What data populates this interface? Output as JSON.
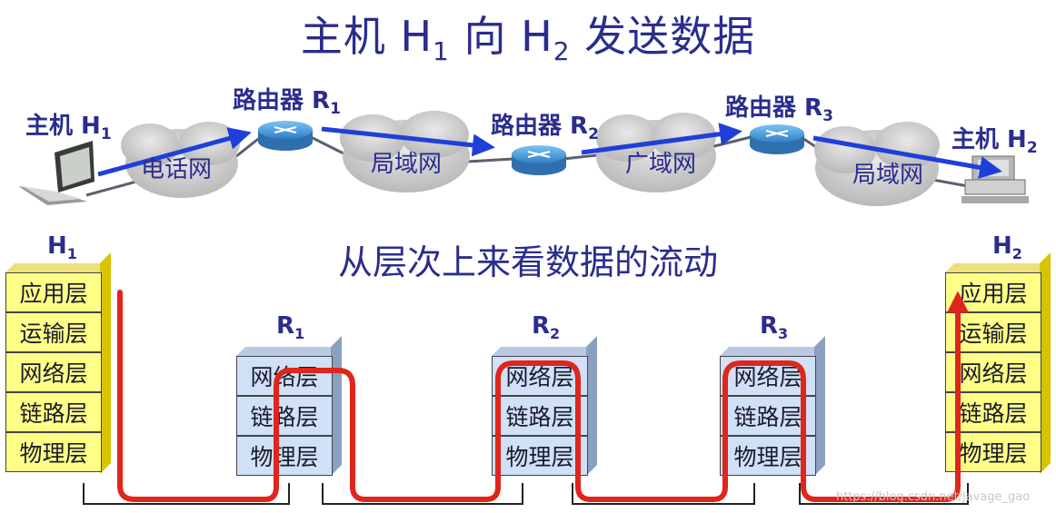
{
  "title": {
    "prefix": "主机 H",
    "sub1": "1",
    "mid": " 向 H",
    "sub2": "2",
    "suffix": " 发送数据"
  },
  "subtitle": "从层次上来看数据的流动",
  "network": {
    "host1": {
      "text": "主机 H",
      "sub": "1"
    },
    "host2": {
      "text": "主机 H",
      "sub": "2"
    },
    "router1": {
      "text": "路由器 R",
      "sub": "1"
    },
    "router2": {
      "text": "路由器 R",
      "sub": "2"
    },
    "router3": {
      "text": "路由器 R",
      "sub": "3"
    },
    "clouds": [
      "电话网",
      "局域网",
      "广域网",
      "局域网"
    ]
  },
  "stacks": {
    "h1": {
      "label": "H",
      "sub": "1",
      "layers": [
        "应用层",
        "运输层",
        "网络层",
        "链路层",
        "物理层"
      ]
    },
    "r1": {
      "label": "R",
      "sub": "1",
      "layers": [
        "网络层",
        "链路层",
        "物理层"
      ]
    },
    "r2": {
      "label": "R",
      "sub": "2",
      "layers": [
        "网络层",
        "链路层",
        "物理层"
      ]
    },
    "r3": {
      "label": "R",
      "sub": "3",
      "layers": [
        "网络层",
        "链路层",
        "物理层"
      ]
    },
    "h2": {
      "label": "H",
      "sub": "2",
      "layers": [
        "应用层",
        "运输层",
        "网络层",
        "链路层",
        "物理层"
      ]
    }
  },
  "colors": {
    "text": "#2a2d8c",
    "arrow": "#1e3fd8",
    "flow": "#e0251b",
    "host_layer": "#ffff88",
    "router_layer": "#cfe0f7"
  },
  "watermark": "https://blog.csdn.net/javage_gao"
}
